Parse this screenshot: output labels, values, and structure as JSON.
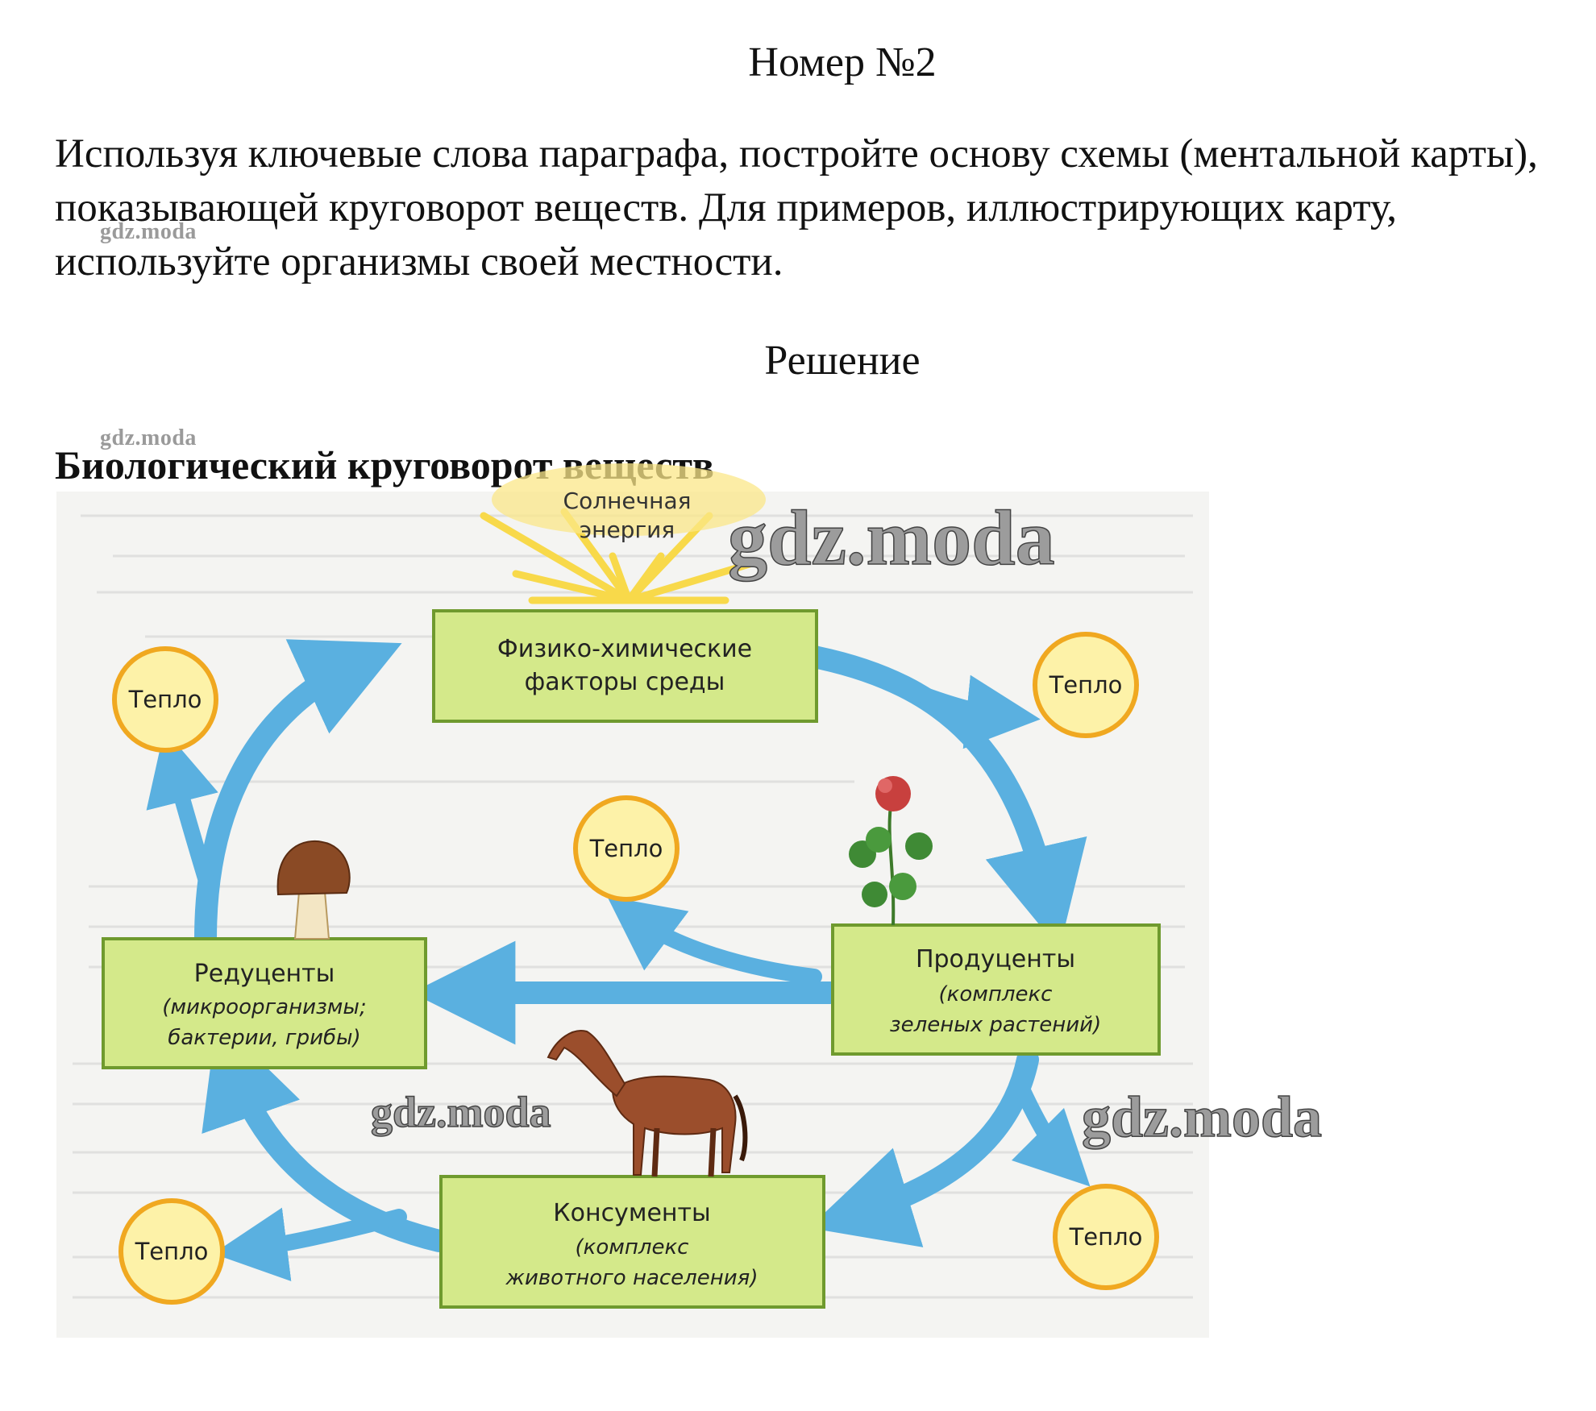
{
  "header": {
    "page_number": "Номер №2",
    "task_text": "Используя ключевые слова параграфа, постройте основу схемы (ментальной карты), показывающей круговорот веществ. Для примеров, иллюстрирующих карту, используйте организмы своей местности.",
    "solution_label": "Решение",
    "section_title": "Биологический круговорот веществ"
  },
  "watermark": "gdz.moda",
  "diagram": {
    "sun_label_line1": "Солнечная",
    "sun_label_line2": "энергия",
    "factors": {
      "line1": "Физико-химические",
      "line2": "факторы среды"
    },
    "producers": {
      "line1": "Продуценты",
      "line2": "(комплекс",
      "line3": "зеленых растений)"
    },
    "consumers": {
      "line1": "Консументы",
      "line2": "(комплекс",
      "line3": "животного населения)"
    },
    "reducers": {
      "line1": "Редуценты",
      "line2": "(микроорганизмы;",
      "line3": "бактерии, грибы)"
    },
    "heat_label": "Тепло",
    "colors": {
      "box_fill": "#d4e98a",
      "box_stroke": "#6f9a2e",
      "arrow": "#5ab0e0",
      "heat_fill": "#fdf2a8",
      "heat_stroke": "#f0a820",
      "sun": "#f8d94a"
    }
  }
}
